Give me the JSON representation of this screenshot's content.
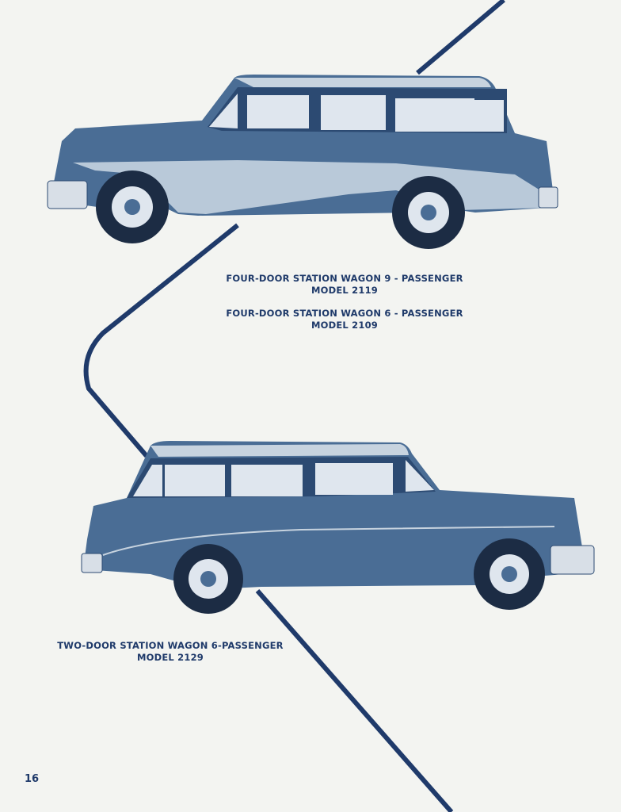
{
  "captions": [
    {
      "title": "FOUR-DOOR STATION WAGON 9 - PASSENGER",
      "model": "MODEL 2119"
    },
    {
      "title": "FOUR-DOOR STATION WAGON 6 - PASSENGER",
      "model": "MODEL 2109"
    },
    {
      "title": "TWO-DOOR STATION WAGON 6-PASSENGER",
      "model": "MODEL 2129"
    }
  ],
  "page_number": "16",
  "colors": {
    "ink": "#1f3a6a",
    "body_dark": "#4a6d95",
    "body_light": "#b9c9d9",
    "paper": "#f3f4f1"
  }
}
